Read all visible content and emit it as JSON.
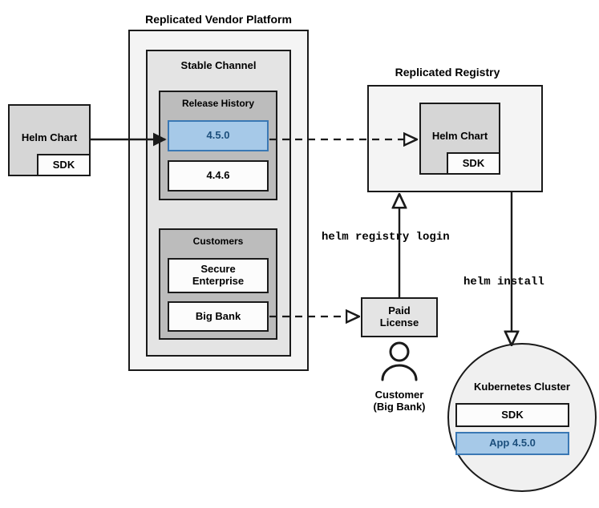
{
  "diagram": {
    "title_vendor_platform": "Replicated Vendor Platform",
    "title_registry": "Replicated Registry",
    "stable_channel": "Stable Channel",
    "release_history": "Release History",
    "customers": "Customers",
    "kubernetes_cluster": "Kubernetes Cluster"
  },
  "nodes": {
    "helm_chart_left": "Helm Chart",
    "sdk_left": "SDK",
    "release_450": "4.5.0",
    "release_446": "4.4.6",
    "customer_secure_enterprise": "Secure\nEnterprise",
    "customer_big_bank": "Big Bank",
    "helm_chart_registry": "Helm Chart",
    "sdk_registry": "SDK",
    "paid_license": "Paid\nLicense",
    "customer_person": "Customer\n(Big Bank)",
    "cluster_sdk": "SDK",
    "cluster_app": "App 4.5.0"
  },
  "commands": {
    "helm_registry_login": "helm registry login",
    "helm_install": "helm install"
  },
  "colors": {
    "accent_blue_fill": "#a6c9e8",
    "accent_blue_border": "#3a78b4",
    "accent_blue_text": "#1c4f7c",
    "stroke": "#1a1a1a",
    "panel_lightest": "#f4f4f4",
    "panel_light": "#e4e4e4",
    "panel_mid": "#d6d6d6",
    "panel_dark": "#bcbcbc",
    "panel_white": "#fcfcfc"
  }
}
